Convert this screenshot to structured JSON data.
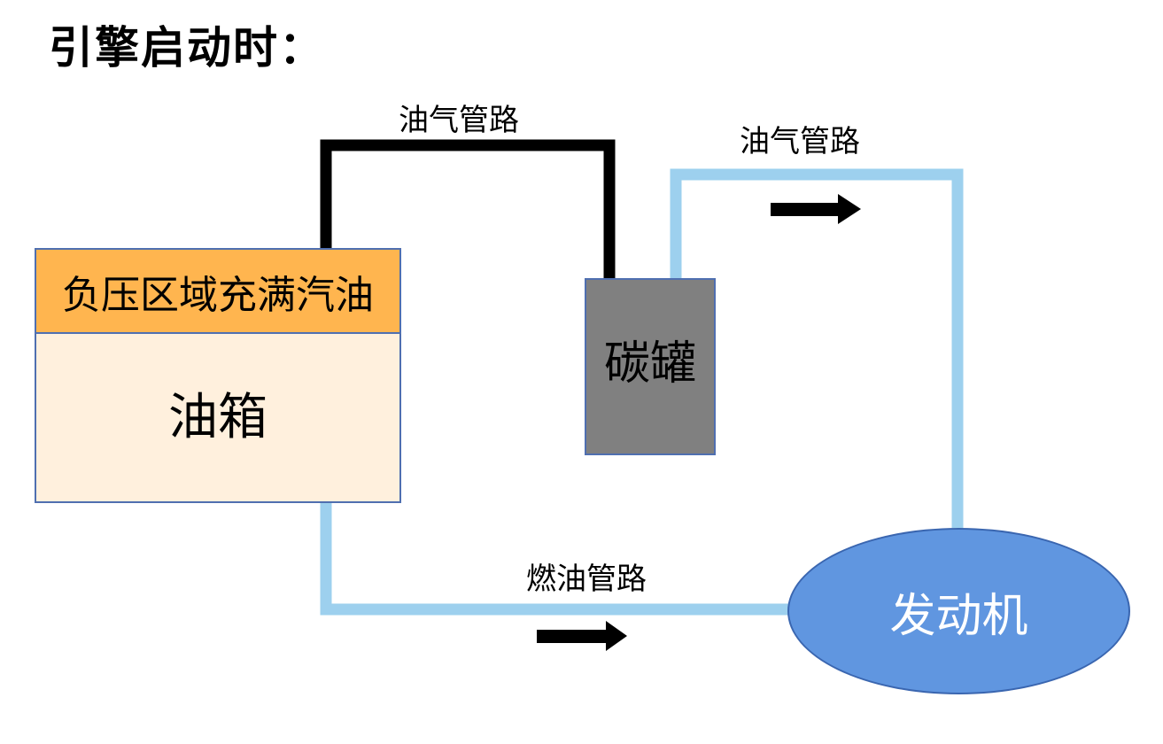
{
  "title": "引擎启动时：",
  "fuel_tank": {
    "top_label": "负压区域充满汽油",
    "body_label": "油箱",
    "top_color": "#ffb54f",
    "body_color": "#fff0dd"
  },
  "canister": {
    "label": "碳罐",
    "color": "#808080"
  },
  "engine": {
    "label": "发动机",
    "color": "#6096e0"
  },
  "pipes": {
    "vapor_pipe_1": {
      "label": "油气管路",
      "color": "#000000"
    },
    "vapor_pipe_2": {
      "label": "油气管路",
      "color": "#9dd0ee"
    },
    "fuel_pipe": {
      "label": "燃油管路",
      "color": "#9dd0ee"
    }
  },
  "flow_arrows": [
    "arrow-right-icon",
    "arrow-right-icon"
  ]
}
